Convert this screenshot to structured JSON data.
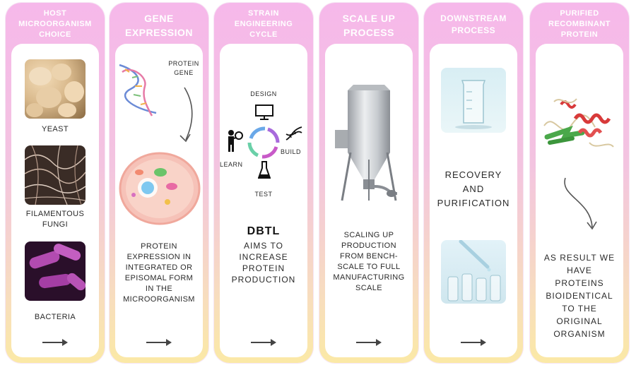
{
  "columns": [
    {
      "title": "HOST MICROORGANISM CHOICE",
      "items": [
        "YEAST",
        "FILAMENTOUS FUNGI",
        "BACTERIA"
      ]
    },
    {
      "title": "GENE EXPRESSION",
      "label": "PROTEIN GENE",
      "description": "PROTEIN EXPRESSION IN INTEGRATED OR EPISOMAL FORM IN THE MICROORGANISM"
    },
    {
      "title": "STRAIN ENGINEERING CYCLE",
      "cycle": [
        "DESIGN",
        "BUILD",
        "TEST",
        "LEARN"
      ],
      "acronym": "DBTL",
      "description": "AIMS TO INCREASE PROTEIN PRODUCTION"
    },
    {
      "title": "SCALE UP PROCESS",
      "description": "SCALING UP PRODUCTION FROM BENCH-SCALE TO FULL MANUFACTURING SCALE"
    },
    {
      "title": "DOWNSTREAM PROCESS",
      "description": "RECOVERY AND PURIFICATION"
    },
    {
      "title": "PURIFIED RECOMBINANT PROTEIN",
      "description": "AS RESULT WE HAVE PROTEINS BIOIDENTICAL TO THE ORIGINAL ORGANISM"
    }
  ]
}
